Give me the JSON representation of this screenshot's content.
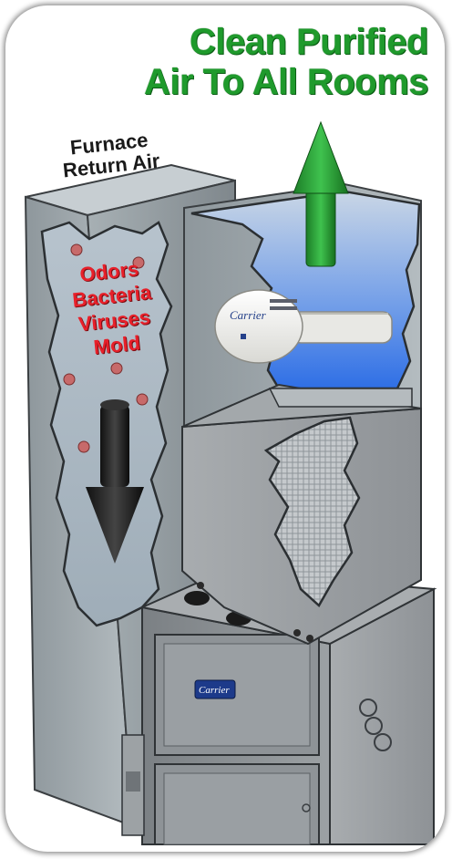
{
  "headline": {
    "line1": "Clean Purified",
    "line2": "Air To All Rooms"
  },
  "return_air_label": {
    "line1": "Furnace",
    "line2": "Return Air"
  },
  "contaminants": [
    "Odors",
    "Bacteria",
    "Viruses",
    "Mold"
  ],
  "brand": {
    "purifier_logo": "Carrier",
    "furnace_logo": "Carrier"
  },
  "colors": {
    "clean_air_green": "#1f9a2c",
    "contaminant_red": "#e8202a",
    "duct_gray": "#9aa3a8",
    "furnace_gray": "#8a8f93"
  },
  "icons": {
    "supply_arrow": "up-arrow",
    "return_arrow": "down-arrow"
  }
}
